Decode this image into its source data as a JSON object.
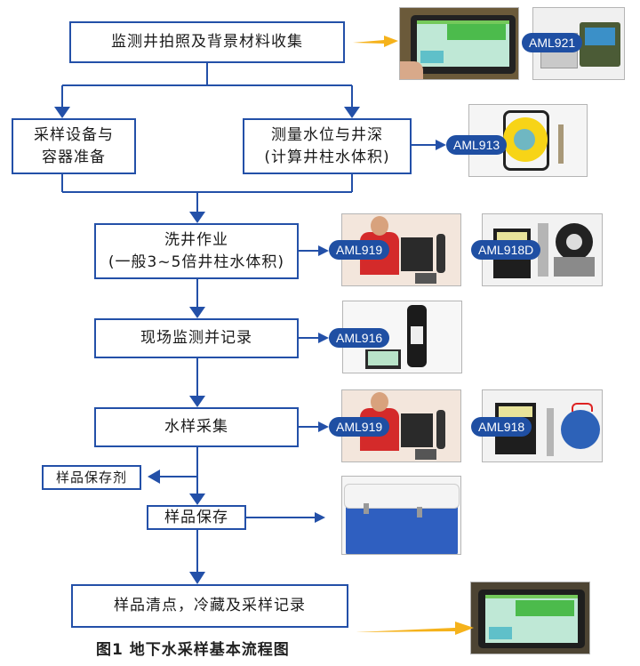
{
  "title": "地下水采样基本流程图",
  "caption": "图1 地下水采样基本流程图",
  "colors": {
    "line": "#2350a8",
    "badge": "#1f4fa3",
    "arrow_highlight": "#f5b21b"
  },
  "steps": [
    {
      "id": "step1",
      "lines": [
        "监测井拍照及背景材料收集"
      ]
    },
    {
      "id": "step2a",
      "lines": [
        "采样设备与",
        "容器准备"
      ]
    },
    {
      "id": "step2b",
      "lines": [
        "测量水位与井深",
        "(计算井柱水体积)"
      ]
    },
    {
      "id": "step3",
      "lines": [
        "洗井作业",
        "(一般3~5倍井柱水体积)"
      ]
    },
    {
      "id": "step4",
      "lines": [
        "现场监测并记录"
      ]
    },
    {
      "id": "step5",
      "lines": [
        "水样采集"
      ]
    },
    {
      "id": "step5b",
      "lines": [
        "样品保存剂"
      ]
    },
    {
      "id": "step6",
      "lines": [
        "样品保存"
      ]
    },
    {
      "id": "step7",
      "lines": [
        "样品清点，冷藏及采样记录"
      ]
    }
  ],
  "equipment": [
    {
      "badge": "AML921",
      "subject": "tablet-field-photo",
      "step": "step1"
    },
    {
      "badge": "AML913",
      "subject": "water-level-meter-reel",
      "step": "step2b"
    },
    {
      "badge": "AML919",
      "subject": "purging-pump-kit",
      "step": "step3"
    },
    {
      "badge": "AML918D",
      "subject": "submersible-pump-kit",
      "step": "step3"
    },
    {
      "badge": "AML916",
      "subject": "multi-parameter-probe",
      "step": "step4"
    },
    {
      "badge": "AML919",
      "subject": "purging-pump-kit",
      "step": "step5"
    },
    {
      "badge": "AML918",
      "subject": "sampling-pump-kit",
      "step": "step5"
    },
    {
      "badge": "",
      "subject": "sample-cooler-box",
      "step": "step6"
    },
    {
      "badge": "",
      "subject": "tablet-field-record",
      "step": "step7"
    }
  ]
}
